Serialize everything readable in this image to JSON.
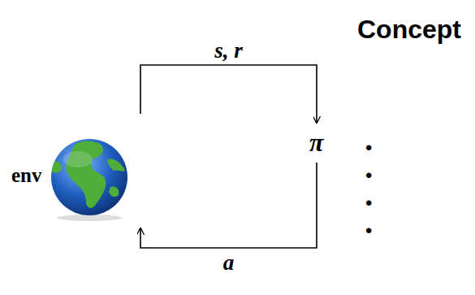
{
  "diagram": {
    "title": "Concept",
    "nodes": [
      {
        "text": [
          "env"
        ]
      },
      {
        "text": [
          "π"
        ]
      }
    ],
    "edges": [
      {
        "from": 0,
        "to": 1,
        "arrow": "to",
        "label": "s, r"
      },
      {
        "from": 1,
        "to": 0,
        "arrow": "to",
        "label": "a"
      }
    ],
    "labels": [
      "•",
      "•",
      "•",
      "•"
    ]
  }
}
